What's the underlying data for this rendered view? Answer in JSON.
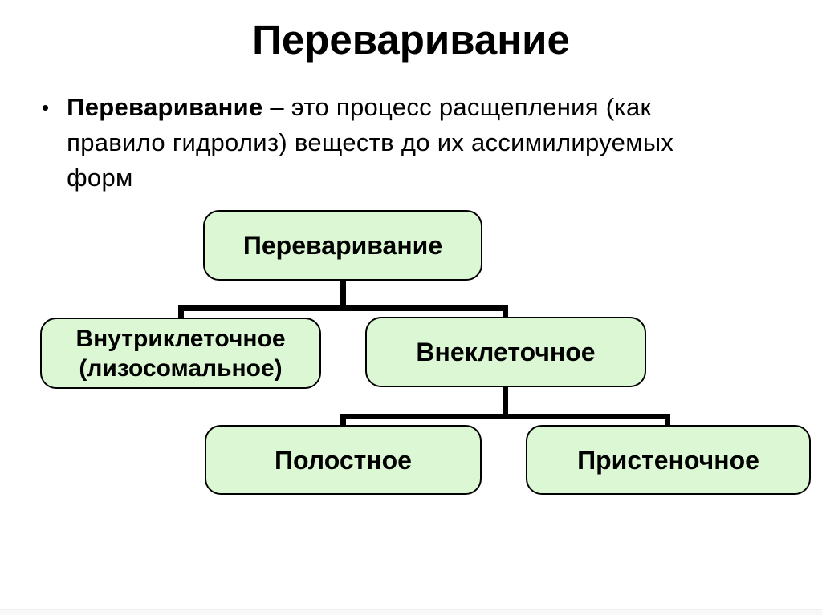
{
  "slide": {
    "title": "Переваривание",
    "bullet": {
      "marker": "•",
      "term": "Переваривание",
      "rest": " – это процесс расщепления (как\nправило гидролиз) веществ до их ассимилируемых\nформ"
    },
    "diagram": {
      "nodes": {
        "root": {
          "label": "Переваривание"
        },
        "intracellular": {
          "label": "Внутриклеточное\n(лизосомальное)"
        },
        "extracellular": {
          "label": "Внеклеточное"
        },
        "cavity": {
          "label": "Полостное"
        },
        "parietal": {
          "label": "Пристеночное"
        }
      },
      "hierarchy": {
        "root": "Переваривание",
        "children_of_root": [
          "Внутриклеточное (лизосомальное)",
          "Внеклеточное"
        ],
        "children_of_extracellular": [
          "Полостное",
          "Пристеночное"
        ]
      }
    }
  },
  "colors": {
    "box-fill": "#dbf7d4",
    "box-border": "#000000",
    "line": "#000000",
    "text": "#000000"
  }
}
